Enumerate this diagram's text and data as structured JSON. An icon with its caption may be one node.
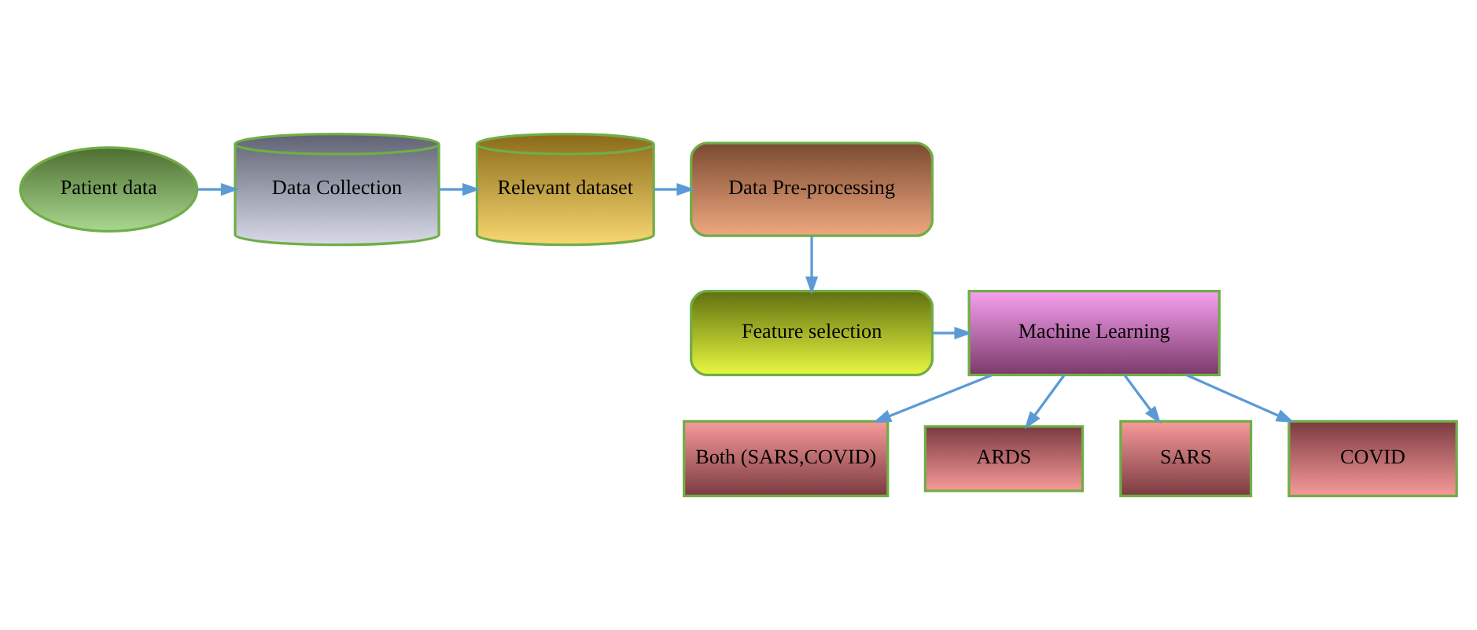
{
  "diagram": {
    "nodes": [
      {
        "text": [
          "Patient data"
        ]
      },
      {
        "text": [
          "Data Collection"
        ]
      },
      {
        "text": [
          "Relevant dataset"
        ]
      },
      {
        "text": [
          "Data Pre-processing"
        ]
      },
      {
        "text": [
          "Feature selection"
        ]
      },
      {
        "text": [
          "Machine Learning"
        ]
      },
      {
        "text": [
          "Both (SARS,COVID)"
        ]
      },
      {
        "text": [
          "ARDS"
        ]
      },
      {
        "text": [
          "SARS"
        ]
      },
      {
        "text": [
          "COVID"
        ]
      }
    ],
    "edges": [
      {
        "from": 0,
        "to": 1,
        "arrow": "to"
      },
      {
        "from": 1,
        "to": 2,
        "arrow": "to"
      },
      {
        "from": 2,
        "to": 3,
        "arrow": "to"
      },
      {
        "from": 3,
        "to": 4,
        "arrow": "to"
      },
      {
        "from": 4,
        "to": 5,
        "arrow": "to"
      },
      {
        "from": 5,
        "to": 6,
        "arrow": "to"
      },
      {
        "from": 5,
        "to": 7,
        "arrow": "to"
      },
      {
        "from": 5,
        "to": 8,
        "arrow": "to"
      },
      {
        "from": 5,
        "to": 9,
        "arrow": "to"
      }
    ]
  }
}
